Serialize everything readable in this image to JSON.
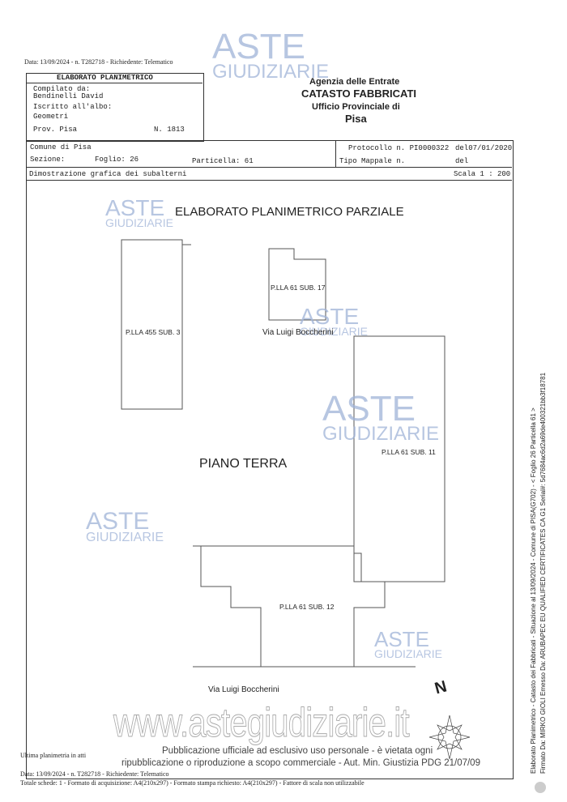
{
  "top_line": "Data: 13/09/2024 - n. T282718 - Richiedente: Telematico",
  "header": {
    "title": "ELABORATO PLANIMETRICO",
    "compilato_label": "Compilato da:",
    "compilato_name": "Bendinelli David",
    "iscritto_label": "Iscritto all'albo:",
    "albo": "Geometri",
    "prov": "Prov. Pisa",
    "numero": "N. 1813"
  },
  "agency": {
    "line1": "Agenzia delle Entrate",
    "line2": "CATASTO FABBRICATI",
    "line3": "Ufficio Provinciale di",
    "line4": "Pisa"
  },
  "info": {
    "comune": "Comune di Pisa",
    "sezione": "Sezione:",
    "foglio": "Foglio: 26",
    "particella": "Particella: 61",
    "protocollo": "Protocollo n. PI0000322",
    "protocollo_del": "del07/01/2020",
    "tipo_mappale": "Tipo Mappale n.",
    "tipo_del": "del",
    "dimostrazione": "Dimostrazione grafica dei subalterni",
    "scala": "Scala 1 : 200"
  },
  "plan": {
    "title": "ELABORATO PLANIMETRICO PARZIALE",
    "sub3": "P.LLA 455 SUB. 3",
    "sub17": "P.LLA 61 SUB. 17",
    "street1": "Via Luigi Boccherini",
    "floor": "PIANO TERRA",
    "sub11": "P.LLA 61 SUB. 11",
    "sub12": "P.LLA 61 SUB. 12",
    "street2": "Via Luigi Boccherini",
    "north": "N"
  },
  "watermark": {
    "aste": "ASTE",
    "giudiziarie": "GIUDIZIARIE",
    "site": "www.astegiudiziarie.it",
    "notice1": "Pubblicazione ufficiale ad esclusivo uso personale - è vietata ogni",
    "notice2": "ripubblicazione o riproduzione a scopo commerciale - Aut. Min. Giustizia PDG 21/07/09"
  },
  "footer": {
    "ultima": "Ultima planimetria in atti",
    "data": "Data: 13/09/2024 - n. T282718 - Richiedente: Telematico",
    "totale": "Totale schede: 1 - Formato di acquisizione: A4(210x297) - Formato stampa richiesto: A4(210x297) - Fattore di scala non utilizzabile"
  },
  "side": {
    "line1": "Elaborato Planimetrico - Catasto dei Fabbricati - Situazione al 13/09/2024 - Comune di PISA(G702) - < Foglio 26 Particella 61 >",
    "line2": "Firmato Da: MIRKO GIOLI Emesso Da: ARUBAPEC EU QUALIFIED CERTIFICATES CA G1 Serial#: 5d7684ac6d2a69de400321bb3f18781"
  },
  "colors": {
    "watermark": "#9fb3d8",
    "ink": "#222222"
  }
}
